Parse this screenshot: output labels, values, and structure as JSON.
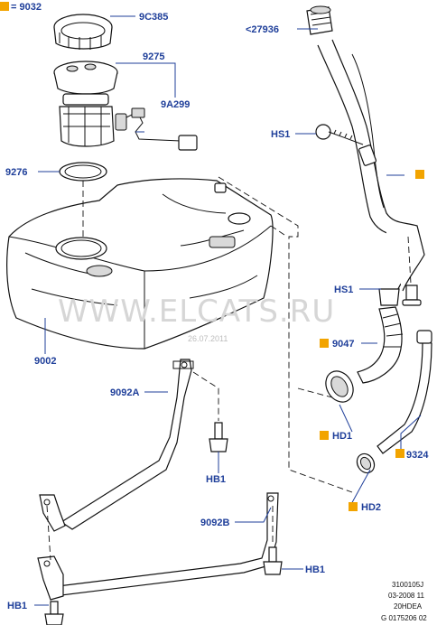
{
  "labels": {
    "l9032": "= 9032",
    "l9c385": "9C385",
    "l27936": "<27936",
    "l9275": "9275",
    "l9a299": "9A299",
    "lhs1_top": "HS1",
    "l9276": "9276",
    "l9002": "9002",
    "lhs1_mid": "HS1",
    "l9047": "9047",
    "l9092a": "9092A",
    "lhd1": "HD1",
    "lhb1_mid": "HB1",
    "l9324": "9324",
    "lhd2": "HD2",
    "l9092b": "9092B",
    "lhb1_right": "HB1",
    "lhb1_left": "HB1"
  },
  "watermark": {
    "text": "WWW.ELCATS.RU",
    "date": "26.07.2011"
  },
  "footer": {
    "line1": "3100105J",
    "line2": "03-2008 11",
    "line3": "20HDEA",
    "line4": "G 0175206 02"
  },
  "colors": {
    "label": "#1f3f9a",
    "marker": "#f2a400"
  }
}
